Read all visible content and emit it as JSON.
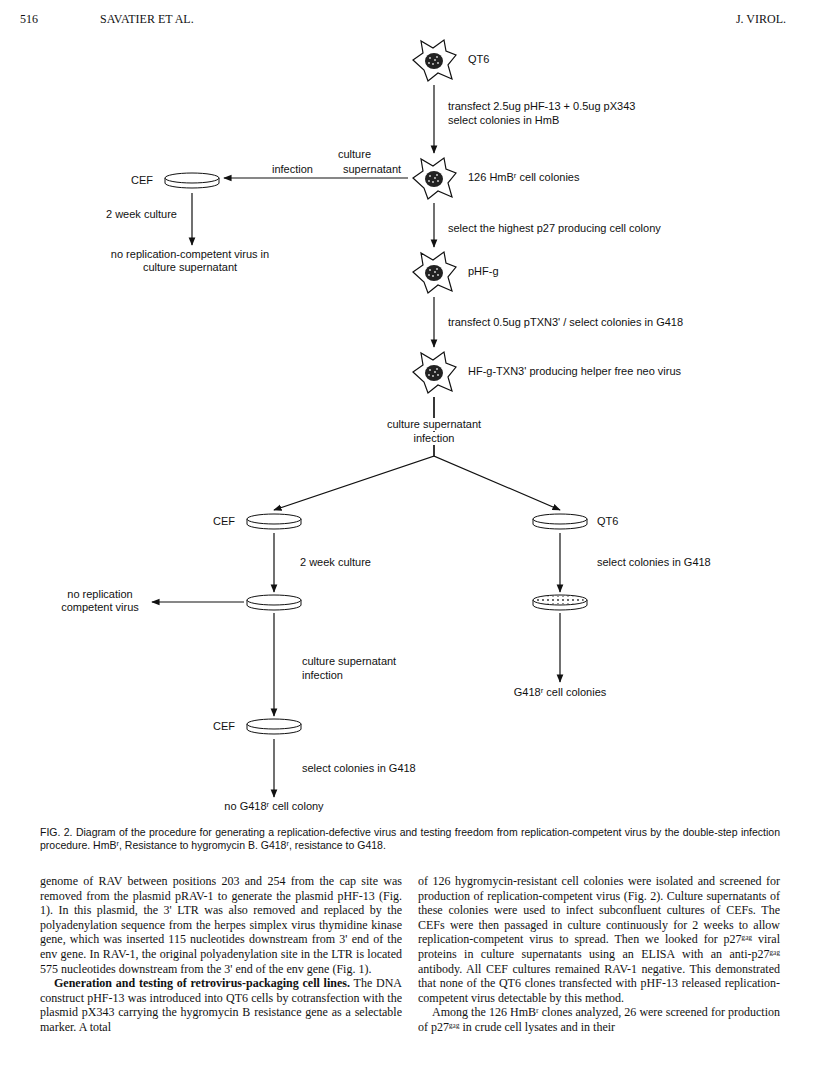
{
  "diagram": {
    "caption": "FIG. 2. Diagram of the procedure for generating a replication-defective virus and testing freedom from replication-competent virus by the double-step infection procedure. HmBʳ, Resistance to hygromycin B. G418ʳ, resistance to G418.",
    "nodes": [
      {
        "text": [
          "QT6"
        ]
      },
      {
        "text": [
          "126 HmBʳ cell colonies"
        ]
      },
      {
        "text": [
          "CEF"
        ]
      },
      {
        "text": [
          "no replication-competent virus in culture supernatant"
        ]
      },
      {
        "text": [
          "pHF-g"
        ]
      },
      {
        "text": [
          "HF-g-TXN3' producing helper free neo virus"
        ]
      },
      {
        "text": [
          "CEF"
        ]
      },
      {
        "text": [
          "QT6"
        ]
      },
      {
        "text": [
          "no replication competent virus"
        ]
      },
      {
        "text": [
          "CEF"
        ]
      },
      {
        "text": [
          "no G418ʳ cell colony"
        ]
      },
      {
        "text": [
          "G418ʳ cell colonies"
        ]
      }
    ],
    "edges": [
      {
        "from": 0,
        "to": 1,
        "arrow": "to"
      },
      {
        "from": 1,
        "to": 2,
        "arrow": "to"
      },
      {
        "from": 2,
        "to": 3,
        "arrow": "to"
      },
      {
        "from": 1,
        "to": 4,
        "arrow": "to"
      },
      {
        "from": 4,
        "to": 5,
        "arrow": "to"
      },
      {
        "from": 5,
        "to": 6,
        "arrow": "to"
      },
      {
        "from": 5,
        "to": 7,
        "arrow": "to"
      },
      {
        "from": 9,
        "to": 10,
        "arrow": "to"
      }
    ],
    "labels": [
      "516",
      "SAVATIER ET AL.",
      "J. VIROL.",
      "transfect 2.5ug pHF-13 + 0.5ug pX343",
      "select colonies in HmB",
      "culture",
      "infection",
      "supernatant",
      "2 week culture",
      "select the highest p27 producing cell colony",
      "transfect 0.5ug pTXN3' / select colonies in G418",
      "culture supernatant",
      "infection",
      "2 week culture",
      "select colonies in G418",
      "culture supernatant",
      "infection",
      "select colonies in G418",
      "genome of RAV between positions 203 and 254 from the cap site was removed from the plasmid pRAV-1 to generate the plasmid pHF-13 (Fig. 1). In this plasmid, the 3' LTR was also removed and replaced by the polyadenylation sequence from the herpes simplex virus thymidine kinase gene, which was inserted 115 nucleotides downstream from 3' end of the env gene. In RAV-1, the original polyadenylation site in the LTR is located 575 nucleotides downstream from the 3' end of the env gene (Fig. 1).",
      "Generation and testing of retrovirus-packaging cell lines.",
      "The DNA construct pHF-13 was introduced into QT6 cells by cotransfection with the plasmid pX343 carrying the hygromycin B resistance gene as a selectable marker. A total",
      "of 126 hygromycin-resistant cell colonies were isolated and screened for production of replication-competent virus (Fig. 2). Culture supernatants of these colonies were used to infect subconfluent cultures of CEFs. The CEFs were then passaged in culture continuously for 2 weeks to allow replication-competent virus to spread. Then we looked for p27ᵍᵃᵍ viral proteins in culture supernatants using an ELISA with an anti-p27ᵍᵃᵍ antibody. All CEF cultures remained RAV-1 negative. This demonstrated that none of the QT6 clones transfected with pHF-13 released replication-competent virus detectable by this method.",
      "Among the 126 HmBʳ clones analyzed, 26 were screened for production of p27ᵍᵃᵍ in crude cell lysates and in their"
    ]
  }
}
